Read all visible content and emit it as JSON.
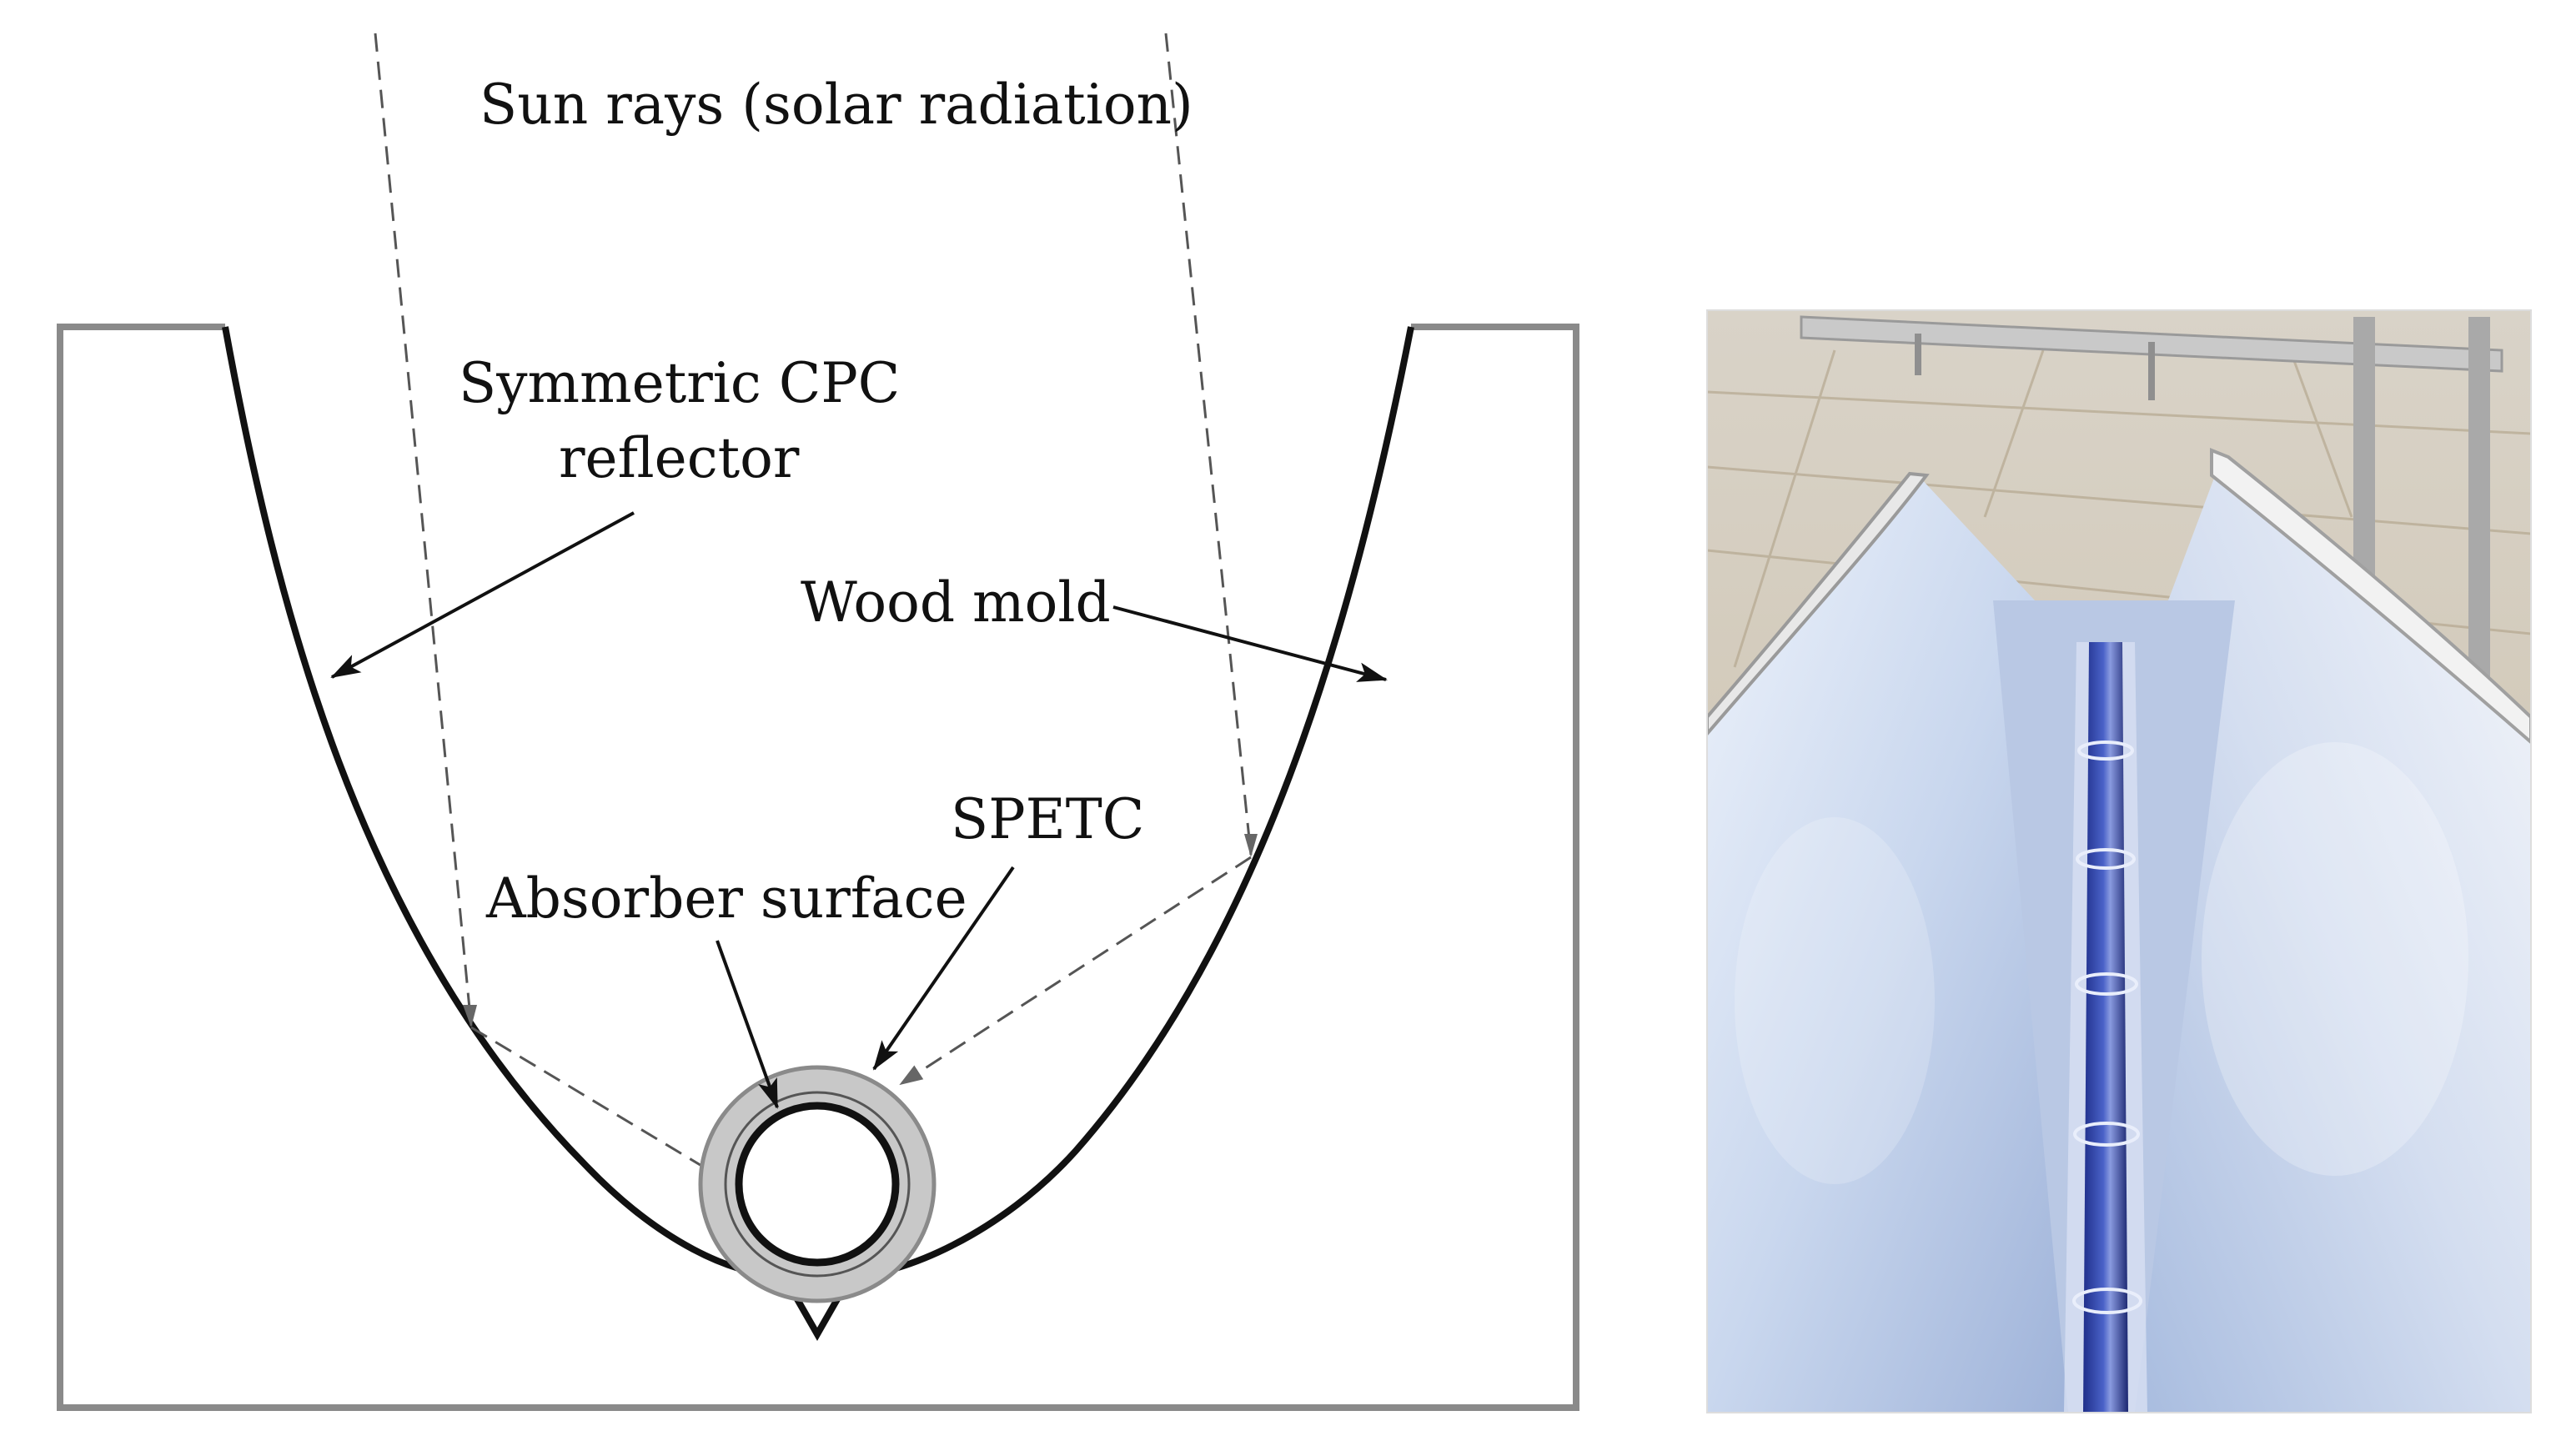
{
  "labels": {
    "sun_rays": "Sun rays (solar radiation)",
    "cpc_line1": "Symmetric CPC",
    "cpc_line2": "reflector",
    "wood_mold": "Wood mold",
    "spetc": "SPETC",
    "absorber": "Absorber surface"
  },
  "colors": {
    "line": "#111111",
    "frame": "#8a8a8a",
    "ray": "#555555",
    "annulus": "#c8c8c8",
    "background": "#ffffff"
  },
  "photo": {
    "subject": "CPC trough reflector with evacuated tube collector"
  }
}
